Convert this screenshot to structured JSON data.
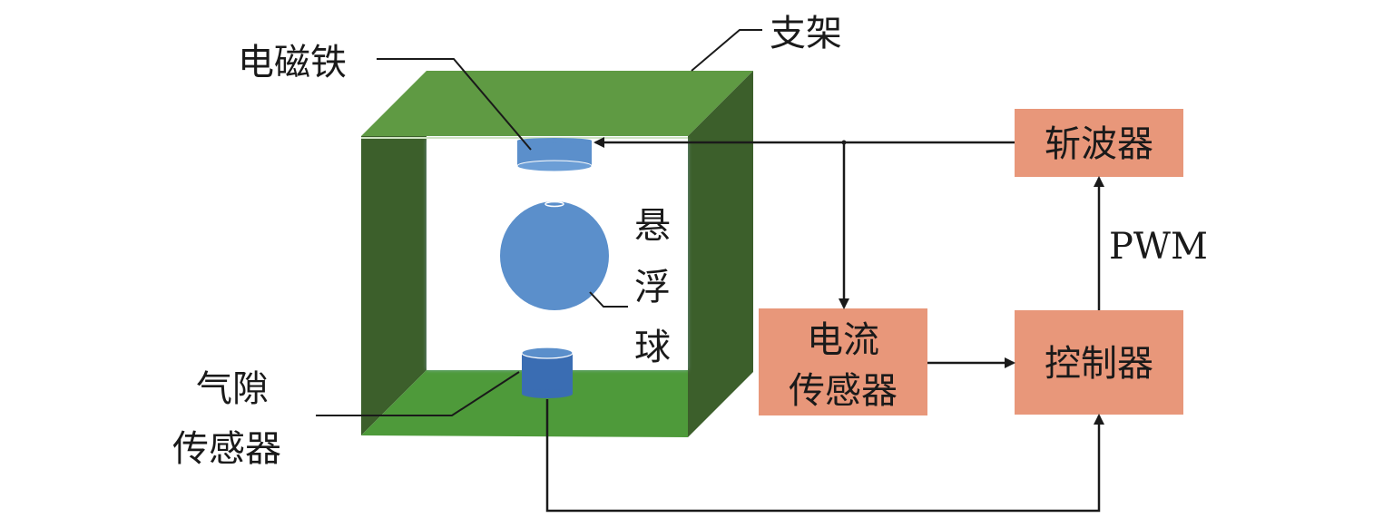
{
  "labels": {
    "frame": "支架",
    "electromagnet": "电磁铁",
    "ball_chars": [
      "悬",
      "浮",
      "球"
    ],
    "gap_sensor_line1": "气隙",
    "gap_sensor_line2": "传感器",
    "pwm": "PWM"
  },
  "boxes": {
    "chopper": "斩波器",
    "current_sensor_line1": "电流",
    "current_sensor_line2": "传感器",
    "controller": "控制器"
  },
  "colors": {
    "frame_top": "#5f9a43",
    "frame_side_dark": "#3c5f2b",
    "frame_bottom": "#4e9a3a",
    "blue_light": "#5b8fcb",
    "blue_dark": "#3a6db3",
    "box_fill": "#e8977a",
    "line": "#1a1a1a"
  }
}
